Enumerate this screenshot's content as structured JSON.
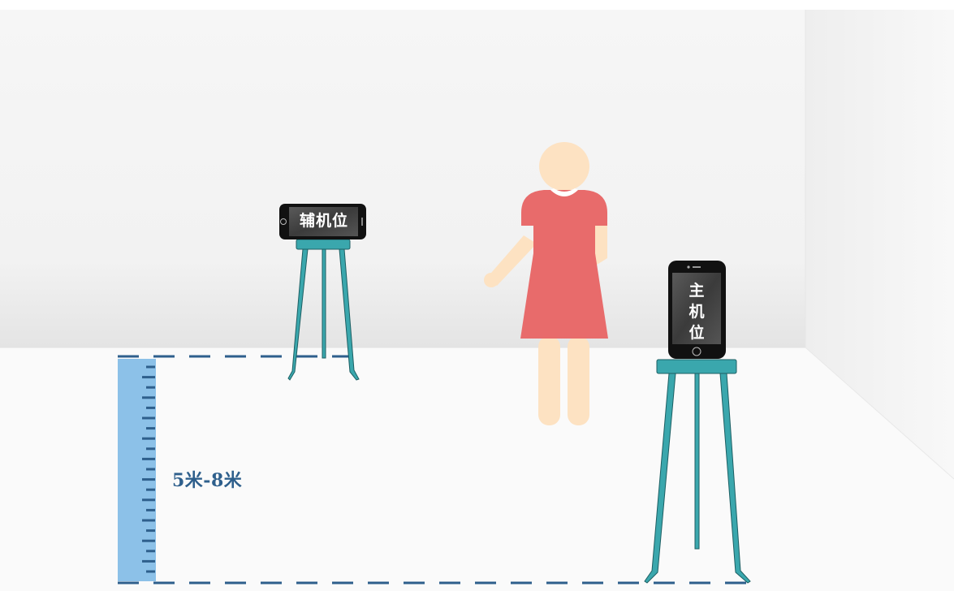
{
  "labels": {
    "secondary_camera": "辅机位",
    "main_camera": "主\n机\n位",
    "distance": "5米-8米"
  },
  "colors": {
    "wall": "#f4f4f4",
    "floor": "#fafafa",
    "ruler": "#8cc1e8",
    "ruler_ticks": "#2e5f8c",
    "dashed_line": "#2e5f8c",
    "tripod": "#3aa7ad",
    "tripod_outline": "#1d5f63",
    "dress": "#e86b6b",
    "skin": "#fde2c2",
    "phone": "#111111",
    "text_label": "#2e5f8c"
  },
  "icons": {
    "figure": "person-in-dress-icon",
    "secondary_camera": "phone-landscape-icon",
    "main_camera": "phone-portrait-icon",
    "ruler": "ruler-icon"
  }
}
